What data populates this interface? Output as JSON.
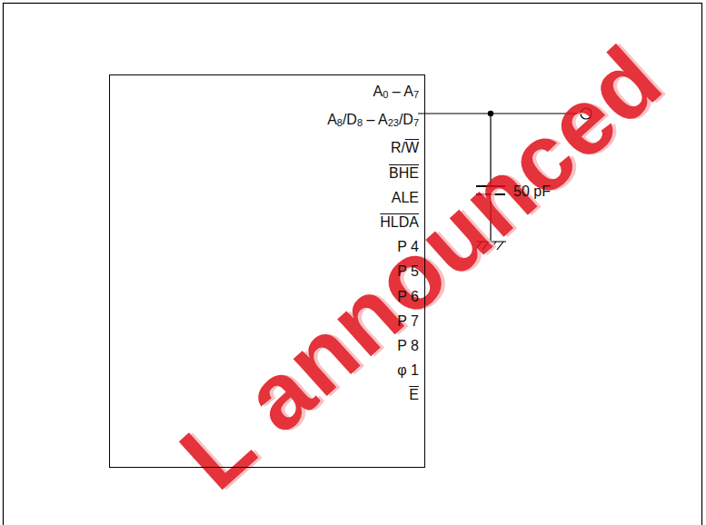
{
  "diagram": {
    "nodes": [
      {
        "text": [
          "A0 – A7",
          "A8/D8 – A23/D7",
          "R/W",
          "BHE",
          "ALE",
          "HLDA",
          "P 4",
          "P 5",
          "P 6",
          "P 7",
          "P 8",
          "φ 1",
          "E"
        ]
      }
    ],
    "labels": [
      "50 pF",
      "L announced"
    ]
  }
}
